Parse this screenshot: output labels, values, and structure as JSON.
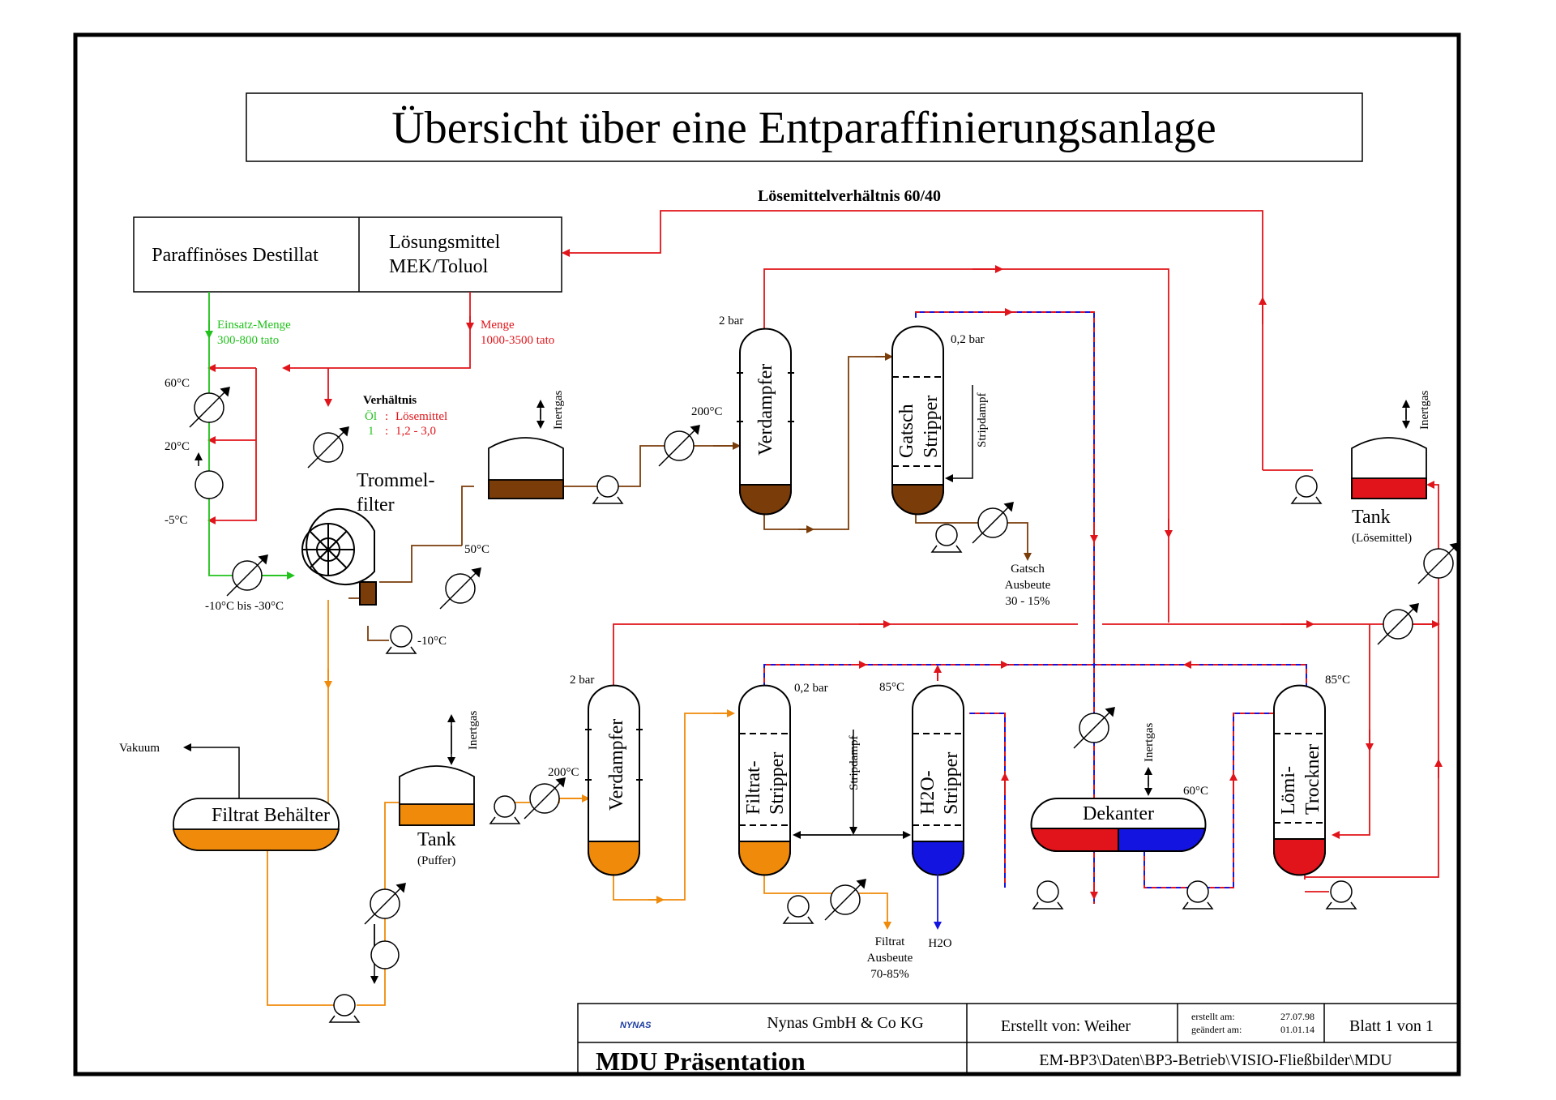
{
  "title": "Übersicht über eine Entparaffinierungsanlage",
  "solvent_ratio_label": "Lösemittelverhältnis 60/40",
  "feed": {
    "distillate": "Paraffinöses Destillat",
    "solvent_line1": "Lösungsmittel",
    "solvent_line2": "MEK/Toluol",
    "feed_amount_label": "Einsatz-Menge",
    "feed_amount_value": "300-800 tato",
    "solvent_amount_label": "Menge",
    "solvent_amount_value": "1000-3500 tato"
  },
  "ratio": {
    "heading": "Verhältnis",
    "oil": "Öl",
    "colon": ":",
    "solvent": "Lösemittel",
    "one": "1",
    "range": "1,2 - 3,0"
  },
  "temps": {
    "t60": "60°C",
    "t20": "20°C",
    "tm5": "-5°C",
    "tm10_30": "-10°C  bis -30°C",
    "tm10": "-10°C",
    "t50": "50°C",
    "t200a": "200°C",
    "t200b": "200°C",
    "t85a": "85°C",
    "t85b": "85°C",
    "t60dek": "60°C"
  },
  "pressures": {
    "p2bar_top": "2 bar",
    "p02bar_top": "0,2 bar",
    "p2bar_bot": "2 bar",
    "p02bar_bot": "0,2 bar"
  },
  "equipment": {
    "trommel1": "Trommel-",
    "trommel2": "filter",
    "verdampfer": "Verdampfer",
    "gatsch_stripper1": "Gatsch",
    "gatsch_stripper2": "Stripper",
    "stripdampf": "Stripdampf",
    "inertgas": "Inertgas",
    "tank": "Tank",
    "tank_solvent_sub": "(Lösemittel)",
    "tank_buffer_sub": "(Puffer)",
    "filtrat_behaelter": "Filtrat Behälter",
    "vakuum": "Vakuum",
    "filtrat_stripper1": "Filtrat-",
    "filtrat_stripper2": "Stripper",
    "h2o_stripper1": "H2O-",
    "h2o_stripper2": "Stripper",
    "dekanter": "Dekanter",
    "loemi1": "Lömi-",
    "loemi2": "Trockner"
  },
  "outputs": {
    "gatsch1": "Gatsch",
    "gatsch2": "Ausbeute",
    "gatsch3": "30 - 15%",
    "filtrat1": "Filtrat",
    "filtrat2": "Ausbeute",
    "filtrat3": "70-85%",
    "h2o": "H2O"
  },
  "footer": {
    "logo": "NYNAS",
    "company": "Nynas GmbH & Co KG",
    "author": "Erstellt von: Weiher",
    "created_label": "erstellt am:",
    "created_value": "27.07.98",
    "changed_label": "geändert am:",
    "changed_value": "01.01.14",
    "sheet": "Blatt 1 von 1",
    "presentation": "MDU Präsentation",
    "path": "EM-BP3\\Daten\\BP3-Betrieb\\VISIO-Fließbilder\\MDU"
  },
  "colors": {
    "solvent": "#e0141a",
    "feed": "#21c21c",
    "wax": "#7a3d0a",
    "filtrate": "#f08a0a",
    "water": "#1414e0",
    "line": "#000000"
  }
}
